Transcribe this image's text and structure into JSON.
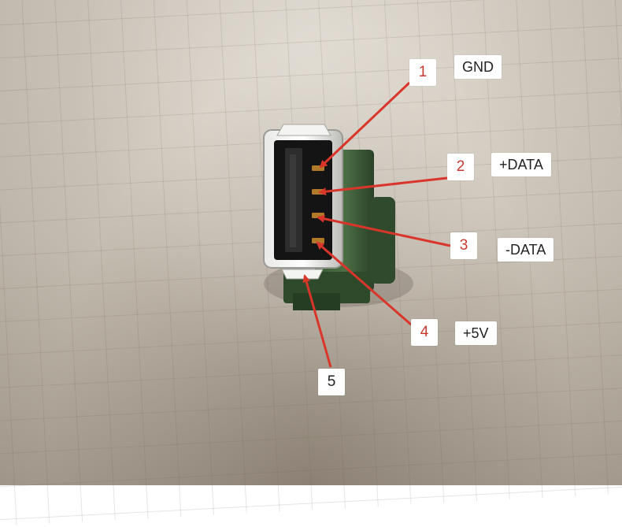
{
  "pins": [
    {
      "number": "1",
      "signal": "GND"
    },
    {
      "number": "2",
      "signal": "+DATA"
    },
    {
      "number": "3",
      "signal": "-DATA"
    },
    {
      "number": "4",
      "signal": "+5V"
    },
    {
      "number": "5",
      "signal": ""
    }
  ],
  "colors": {
    "arrow": "#d9362b",
    "number_text": "#c73b2e",
    "label_bg": "#ffffff"
  }
}
